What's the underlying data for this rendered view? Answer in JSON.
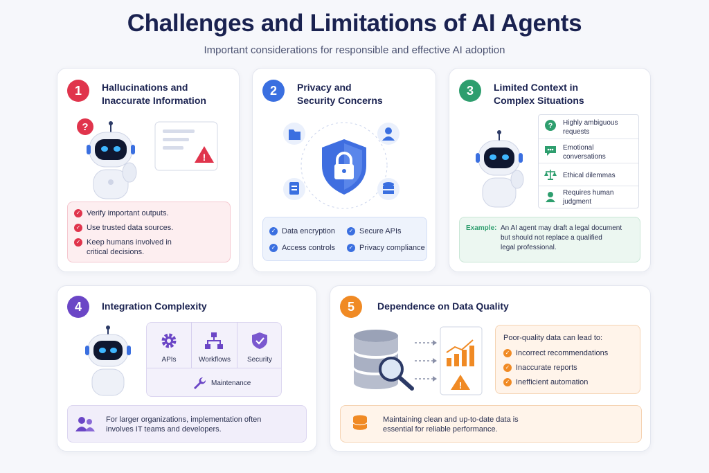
{
  "header": {
    "title": "Challenges and Limitations of AI Agents",
    "subtitle": "Important considerations for responsible and effective AI adoption"
  },
  "colors": {
    "red": "#e0344c",
    "blue": "#3a6fe0",
    "green": "#2e9e6e",
    "purple": "#6b46c6",
    "orange": "#f08a24"
  },
  "cards": {
    "c1": {
      "number": "1",
      "title_line1": "Hallucinations and",
      "title_line2": "Inaccurate Information",
      "tips": [
        "Verify important outputs.",
        "Use trusted data sources.",
        "Keep humans involved in",
        "critical decisions."
      ]
    },
    "c2": {
      "number": "2",
      "title_line1": "Privacy and",
      "title_line2": "Security Concerns",
      "tips": [
        "Data encryption",
        "Secure APIs",
        "Access controls",
        "Privacy compliance"
      ]
    },
    "c3": {
      "number": "3",
      "title_line1": "Limited Context in",
      "title_line2": "Complex Situations",
      "situations": [
        {
          "l1": "Highly ambiguous",
          "l2": "requests",
          "icon": "question-icon"
        },
        {
          "l1": "Emotional",
          "l2": "conversations",
          "icon": "chat-icon"
        },
        {
          "l1": "Ethical dilemmas",
          "l2": "",
          "icon": "scales-icon"
        },
        {
          "l1": "Requires human",
          "l2": "judgment",
          "icon": "person-icon"
        }
      ],
      "example_label": "Example:",
      "example_l1": "An AI agent may draft a legal document",
      "example_l2": "but should not replace a qualified",
      "example_l3": "legal professional."
    },
    "c4": {
      "number": "4",
      "title": "Integration Complexity",
      "pieces": [
        "APIs",
        "Workflows",
        "Security",
        "Maintenance"
      ],
      "note_l1": "For larger organizations, implementation often",
      "note_l2": "involves IT teams and developers."
    },
    "c5": {
      "number": "5",
      "title": "Dependence on Data Quality",
      "lead": "Poor-quality data can lead to:",
      "items": [
        "Incorrect recommendations",
        "Inaccurate reports",
        "Inefficient automation"
      ],
      "note_l1": "Maintaining clean and up-to-date data is",
      "note_l2": "essential for reliable performance."
    }
  }
}
